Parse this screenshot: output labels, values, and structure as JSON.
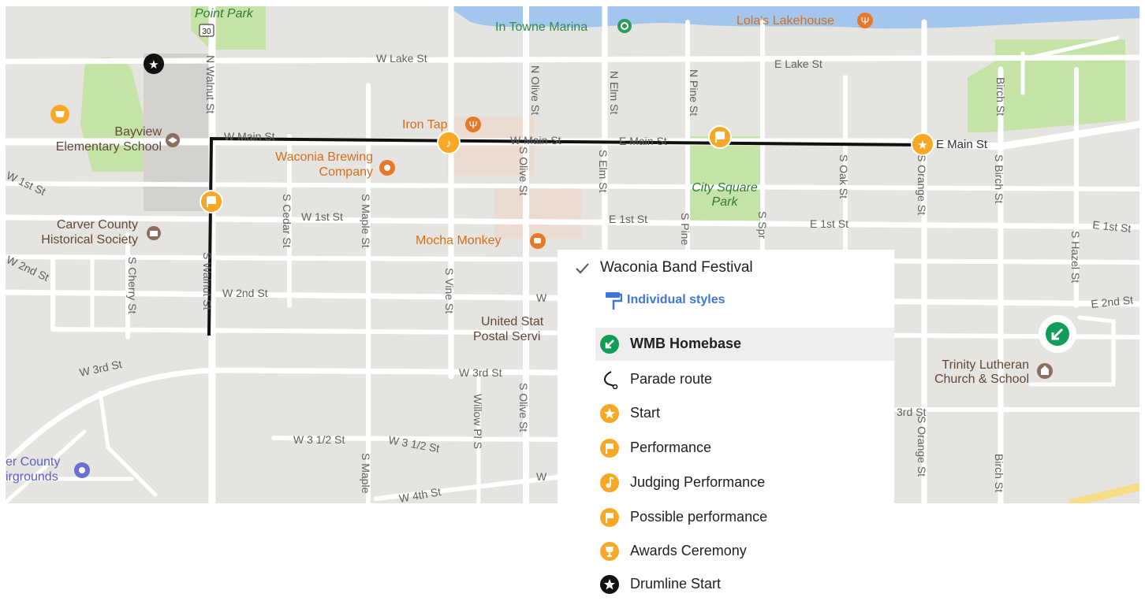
{
  "map": {
    "streets": {
      "w_lake": "W Lake St",
      "e_lake": "E Lake St",
      "w_main": "W Main St",
      "w_main_2": "W Main St",
      "e_main": "E Main St",
      "e_main_2": "E Main St",
      "w_1st": "W 1st St",
      "w_1st_left": "W 1st St",
      "e_1st": "E 1st St",
      "e_1st_2": "E 1st St",
      "e_1st_3": "E 1st St",
      "w_2nd": "W 2nd St",
      "w_2nd_left": "W 2nd St",
      "e_2nd": "E 2nd St",
      "w_3rd": "W 3rd St",
      "w_3rd_2": "W 3rd St",
      "rd_3": "3rd St",
      "w_3half": "W 3 1/2 St",
      "w_3half_2": "W 3 1/2 St",
      "w_4th": "W 4th St",
      "n_walnut": "N Walnut St",
      "s_walnut": "S Walnut St",
      "s_cedar": "S Cedar St",
      "s_maple": "S Maple St",
      "s_maple_2": "S Maple",
      "s_cherry": "S Cherry St",
      "s_vine": "S Vine St",
      "n_olive": "N Olive St",
      "s_olive": "S Olive St",
      "s_olive_2": "S Olive St",
      "willow": "Willow Pl S",
      "n_elm": "N Elm St",
      "s_elm": "S Elm St",
      "n_pine": "N Pine St",
      "s_pine": "S Pine",
      "s_spr": "S Spr",
      "s_oak": "S Oak St",
      "s_orange": "S Orange St",
      "s_orange_2": "S Orange St",
      "birch": "Birch St",
      "s_birch": "S Birch St",
      "birch_2": "Birch St",
      "s_hazel": "S Hazel St",
      "w_partial_1": "W",
      "w_partial_2": "W"
    },
    "pois": {
      "point_park": "Point Park",
      "in_towne_marina": "In Towne Marina",
      "lolas": "Lola's Lakehouse",
      "bayview_1": "Bayview",
      "bayview_2": "Elementary School",
      "iron_tap": "Iron Tap",
      "waconia_brewing_1": "Waconia Brewing",
      "waconia_brewing_2": "Company",
      "city_square_1": "City Square",
      "city_square_2": "Park",
      "carver_hist_1": "Carver County",
      "carver_hist_2": "Historical Society",
      "mocha_monkey": "Mocha Monkey",
      "usps_1": "United Stat",
      "usps_2": "Postal Servi",
      "trinity_1": "Trinity Lutheran",
      "trinity_2": "Church & School",
      "fairgrounds_1": "er County",
      "fairgrounds_2": "irgrounds"
    },
    "highway_shield": "30"
  },
  "legend": {
    "layer_title": "Waconia Band Festival",
    "styles_link": "Individual styles",
    "items": [
      {
        "label": "WMB Homebase",
        "icon": "homebase-arrow-icon",
        "color": "#0f9d58"
      },
      {
        "label": "Parade route",
        "icon": "route-line-icon",
        "color": "#000000"
      },
      {
        "label": "Start",
        "icon": "star-icon",
        "color": "#f9a825"
      },
      {
        "label": "Performance",
        "icon": "flag-icon",
        "color": "#f9a825"
      },
      {
        "label": "Judging Performance",
        "icon": "music-note-icon",
        "color": "#f9a825"
      },
      {
        "label": "Possible performance",
        "icon": "flag-icon",
        "color": "#f9a825"
      },
      {
        "label": "Awards Ceremony",
        "icon": "trophy-icon",
        "color": "#f9a825"
      },
      {
        "label": "Drumline Start",
        "icon": "drumline-star-icon",
        "color": "#000000"
      }
    ]
  },
  "colors": {
    "map_bg": "#e6e4e0",
    "road": "#ffffff",
    "park": "#c5e3a6",
    "water": "#a3c7ec",
    "route": "#111111",
    "marker_yellow": "#f9a825",
    "poi_orange": "#d66e1d",
    "link_blue": "#3b78d8"
  }
}
